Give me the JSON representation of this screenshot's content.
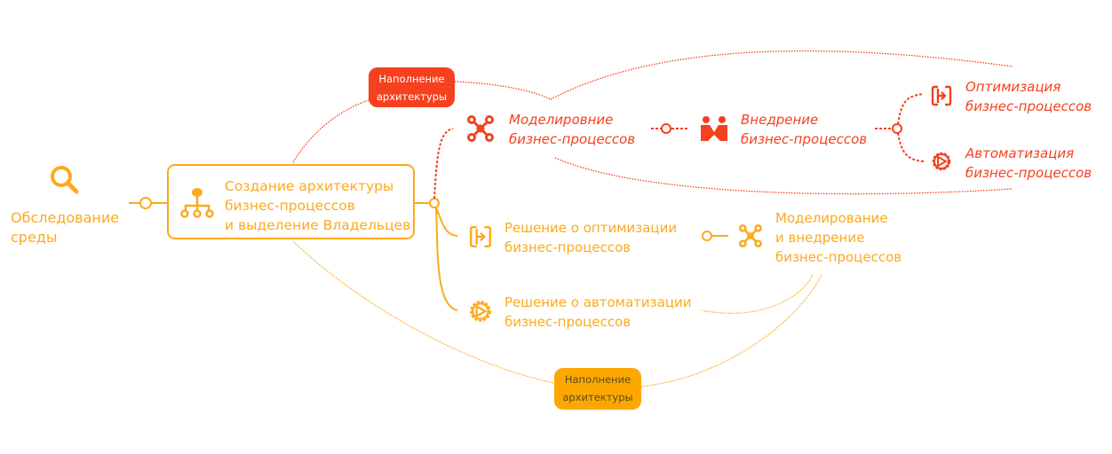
{
  "colors": {
    "orange": "#fcaa1e",
    "red": "#f5411e"
  },
  "nodes": {
    "survey": {
      "label_1": "Обследование",
      "label_2": "среды",
      "icon": "search-icon"
    },
    "create": {
      "line_1": "Создание архитектуры",
      "line_2": "бизнес-процессов",
      "line_3": "и выделение Владельцев",
      "icon": "org-chart-icon"
    },
    "tag_red": {
      "line_1": "Наполнение",
      "line_2": "архитектуры"
    },
    "tag_orange": {
      "line_1": "Наполнение",
      "line_2": "архитектуры"
    },
    "modeling": {
      "line_1": "Моделировние",
      "line_2": "бизнес-процессов",
      "icon": "process-icon"
    },
    "implementation": {
      "line_1": "Внедрение",
      "line_2": "бизнес-процессов",
      "icon": "handshake-icon"
    },
    "optimization": {
      "line_1": "Оптимизация",
      "line_2": "бизнес-процессов",
      "icon": "enter-box-icon"
    },
    "automation": {
      "line_1": "Автоматизация",
      "line_2": "бизнес-процессов",
      "icon": "gear-play-icon"
    },
    "decision_opt": {
      "line_1": "Решение о оптимизации",
      "line_2": "бизнес-процессов",
      "icon": "enter-box-icon"
    },
    "decision_auto": {
      "line_1": "Решение о автоматизации",
      "line_2": "бизнес-процессов",
      "icon": "gear-play-icon"
    },
    "model_impl": {
      "line_1": "Моделирование",
      "line_2": "и внедрение",
      "line_3": "бизнес-процессов",
      "icon": "process-icon"
    }
  }
}
